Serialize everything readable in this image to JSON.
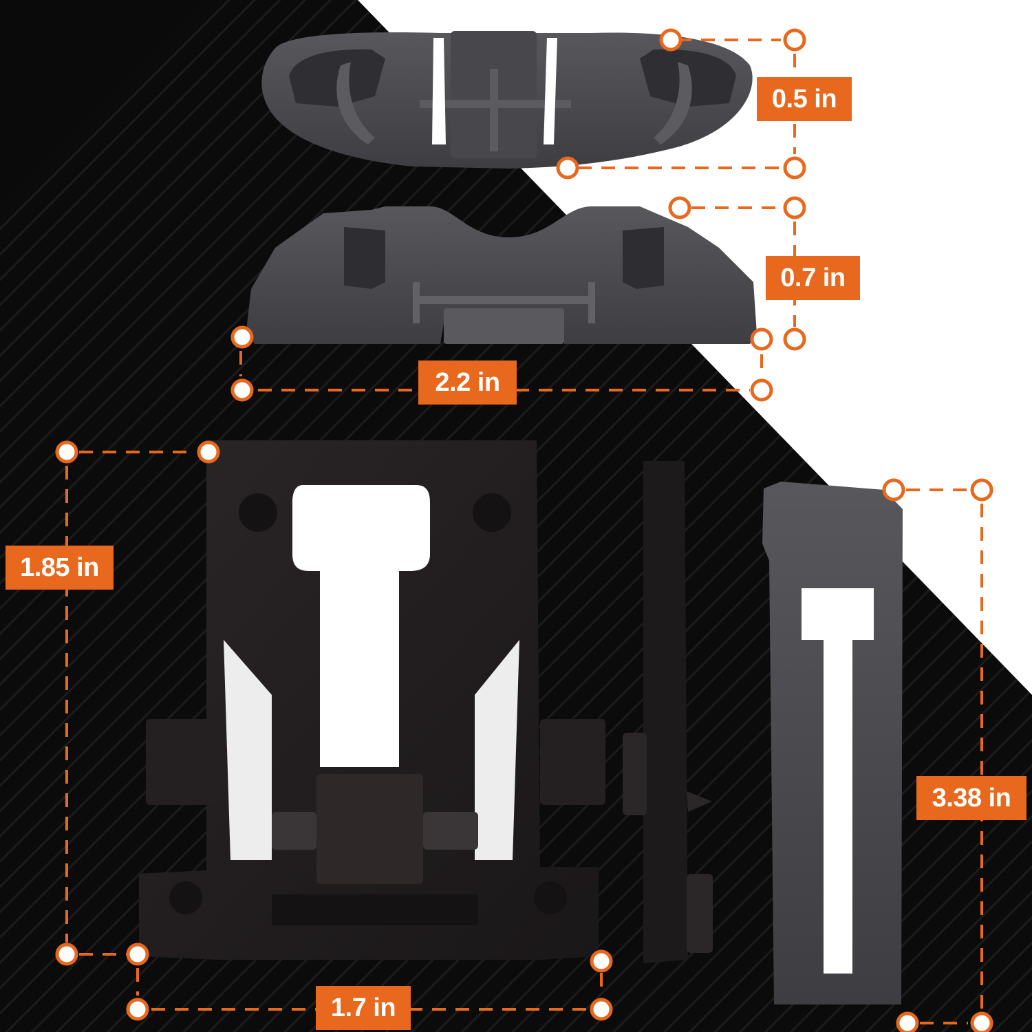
{
  "dimensions": {
    "clip_height": "0.5 in",
    "clip_depth": "0.7 in",
    "clip_width": "2.2 in",
    "latch_height": "1.85 in",
    "latch_width": "1.7 in",
    "hook_height": "3.38 in"
  },
  "colors": {
    "accent": "#e8681d",
    "background_dark": "#0a0a0a",
    "background_light": "#ffffff",
    "part_gray": "#4b4b4f",
    "part_black": "#231f21"
  }
}
